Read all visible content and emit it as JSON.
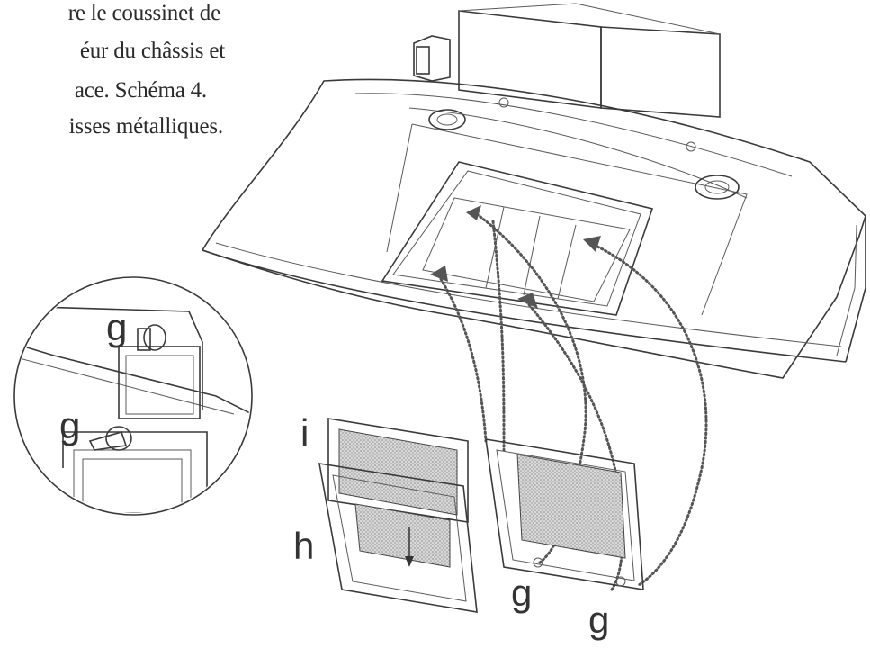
{
  "instructions": {
    "line1": "re le coussinet de",
    "line2": "éur du châssis et",
    "line3": "ace. Schéma 4.",
    "line4": "isses métalliques."
  },
  "labels": {
    "g_top": "g",
    "g_bottom": "g",
    "i": "i",
    "h": "h",
    "g_right1": "g",
    "g_right2": "g"
  }
}
